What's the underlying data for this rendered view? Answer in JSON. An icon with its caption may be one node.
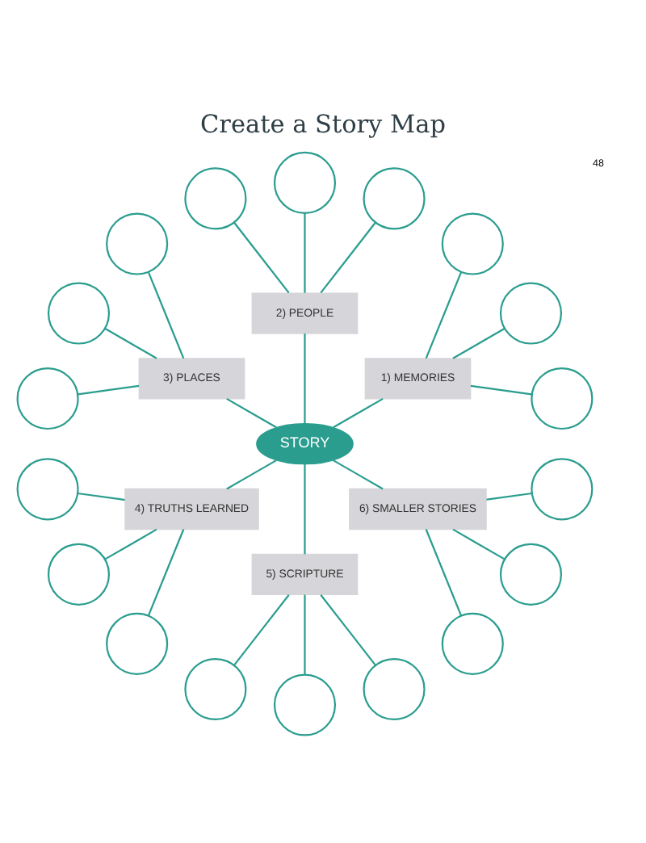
{
  "diagram": {
    "title": "Create a Story Map",
    "nodes": [
      {
        "text": [
          "STORY"
        ]
      },
      {
        "text": [
          "1) MEMORIES"
        ]
      },
      {
        "text": [
          "2) PEOPLE"
        ]
      },
      {
        "text": [
          "3) PLACES"
        ]
      },
      {
        "text": [
          "4) TRUTHS LEARNED"
        ]
      },
      {
        "text": [
          "5) SCRIPTURE"
        ]
      },
      {
        "text": [
          "6) SMALLER STORIES"
        ]
      },
      {
        "text": [],
        "shape": "circle"
      },
      {
        "text": [],
        "shape": "circle"
      },
      {
        "text": [],
        "shape": "circle"
      },
      {
        "text": [],
        "shape": "circle"
      },
      {
        "text": [],
        "shape": "circle"
      },
      {
        "text": [],
        "shape": "circle"
      },
      {
        "text": [],
        "shape": "circle"
      },
      {
        "text": [],
        "shape": "circle"
      },
      {
        "text": [],
        "shape": "circle"
      },
      {
        "text": [],
        "shape": "circle"
      },
      {
        "text": [],
        "shape": "circle"
      },
      {
        "text": [],
        "shape": "circle"
      },
      {
        "text": [],
        "shape": "circle"
      },
      {
        "text": [],
        "shape": "circle"
      },
      {
        "text": [],
        "shape": "circle"
      },
      {
        "text": [],
        "shape": "circle"
      },
      {
        "text": [],
        "shape": "circle"
      },
      {
        "text": [],
        "shape": "circle"
      }
    ],
    "edges": [
      {
        "from": 0,
        "to": 1,
        "arrow": "none"
      },
      {
        "from": 0,
        "to": 2,
        "arrow": "none"
      },
      {
        "from": 0,
        "to": 3,
        "arrow": "none"
      },
      {
        "from": 0,
        "to": 4,
        "arrow": "none"
      },
      {
        "from": 0,
        "to": 5,
        "arrow": "none"
      },
      {
        "from": 0,
        "to": 6,
        "arrow": "none"
      },
      {
        "from": 1,
        "to": 7,
        "arrow": "none"
      },
      {
        "from": 1,
        "to": 8,
        "arrow": "none"
      },
      {
        "from": 1,
        "to": 9,
        "arrow": "none"
      },
      {
        "from": 2,
        "to": 10,
        "arrow": "none"
      },
      {
        "from": 2,
        "to": 11,
        "arrow": "none"
      },
      {
        "from": 2,
        "to": 12,
        "arrow": "none"
      },
      {
        "from": 3,
        "to": 13,
        "arrow": "none"
      },
      {
        "from": 3,
        "to": 14,
        "arrow": "none"
      },
      {
        "from": 3,
        "to": 15,
        "arrow": "none"
      },
      {
        "from": 4,
        "to": 16,
        "arrow": "none"
      },
      {
        "from": 4,
        "to": 17,
        "arrow": "none"
      },
      {
        "from": 4,
        "to": 18,
        "arrow": "none"
      },
      {
        "from": 5,
        "to": 19,
        "arrow": "none"
      },
      {
        "from": 5,
        "to": 20,
        "arrow": "none"
      },
      {
        "from": 5,
        "to": 21,
        "arrow": "none"
      },
      {
        "from": 6,
        "to": 22,
        "arrow": "none"
      },
      {
        "from": 6,
        "to": 23,
        "arrow": "none"
      },
      {
        "from": 6,
        "to": 24,
        "arrow": "none"
      }
    ],
    "labels": [
      "48"
    ]
  }
}
